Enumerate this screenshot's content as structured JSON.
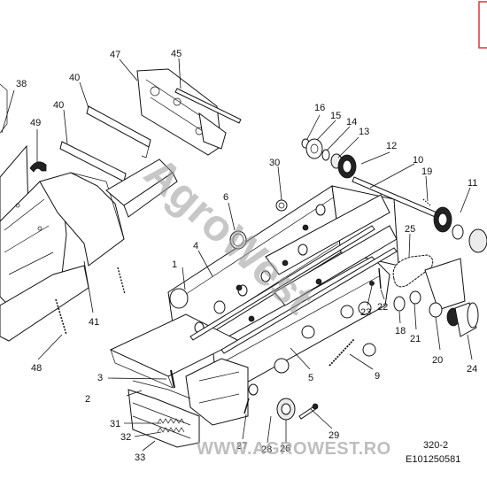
{
  "callouts": {
    "c1": "1",
    "c2": "2",
    "c3": "3",
    "c4": "4",
    "c5": "5",
    "c6": "6",
    "c9": "9",
    "c10": "10",
    "c11": "11",
    "c12": "12",
    "c13": "13",
    "c14": "14",
    "c15": "15",
    "c16": "16",
    "c18": "18",
    "c19": "19",
    "c20": "20",
    "c21": "21",
    "c22": "22",
    "c23": "23",
    "c24": "24",
    "c25": "25",
    "c26": "26",
    "c27": "27",
    "c28": "28",
    "c29": "29",
    "c30": "30",
    "c31": "31",
    "c32": "32",
    "c33": "33",
    "c38": "38",
    "c40a": "40",
    "c40b": "40",
    "c41": "41",
    "c45": "45",
    "c47": "47",
    "c48": "48",
    "c49": "49"
  },
  "figure_id": "320-2",
  "drawing_code": "E101250581",
  "watermark": {
    "diagonal": "AgroWest",
    "footer": "WWW.AGROWEST.RO",
    "color_gray": "#9a9a9a",
    "color_red": "#e0565b"
  }
}
